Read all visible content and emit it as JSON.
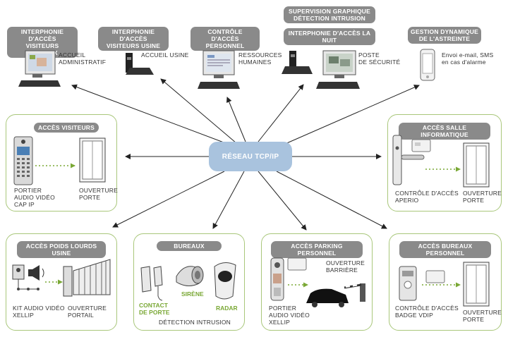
{
  "hub": {
    "label": "RÉSEAU TCP/IP"
  },
  "top": [
    {
      "header": "INTERPHONIE D'ACCÈS\nVISITEURS BUREAUX",
      "label": "ACCUEIL\nADMINISTRATIF"
    },
    {
      "header": "INTERPHONIE D'ACCÈS\nVISITEURS USINE",
      "label": "ACCUEIL USINE"
    },
    {
      "header": "CONTRÔLE D'ACCÈS\nPERSONNEL",
      "label": "RESSOURCES\nHUMAINES"
    },
    {
      "header_top": "SUPERVISION GRAPHIQUE\nDÉTECTION INTRUSION",
      "header": "INTERPHONIE D'ACCÈS LA NUIT",
      "label": "POSTE\nDE SÉCURITÉ"
    },
    {
      "header": "GESTION DYNAMIQUE\nDE L'ASTREINTE",
      "label": "Envoi e-mail, SMS\nen cas d'alarme"
    }
  ],
  "panels": {
    "visiteurs": {
      "title": "ACCÈS VISITEURS",
      "left_label": "PORTIER\nAUDIO VIDÉO\nCAP IP",
      "right_label": "OUVERTURE\nPORTE"
    },
    "salle": {
      "title": "ACCÈS SALLE INFORMATIQUE",
      "left_label": "CONTRÔLE D'ACCÈS\nAPERIO",
      "right_label": "OUVERTURE\nPORTE"
    },
    "poids": {
      "title": "ACCÈS POIDS LOURDS USINE",
      "left_label": "KIT AUDIO VIDÉO\nXELLIP",
      "right_label": "OUVERTURE\nPORTAIL"
    },
    "bureaux": {
      "title": "BUREAUX",
      "contact": "CONTACT\nDE PORTE",
      "sirene": "SIRÈNE",
      "radar": "RADAR",
      "bottom": "DÉTECTION INTRUSION"
    },
    "parking": {
      "title": "ACCÈS PARKING PERSONNEL",
      "left_label": "PORTIER\nAUDIO VIDÉO\nXELLIP",
      "right_label": "OUVERTURE\nBARRIÈRE"
    },
    "bureaux_perso": {
      "title": "ACCÈS BUREAUX PERSONNEL",
      "left_label": "CONTRÔLE D'ACCÈS\nBADGE VDIP",
      "right_label": "OUVERTURE\nPORTE"
    }
  },
  "colors": {
    "panel_border": "#a9c77b",
    "pill": "#8a8a8a",
    "hub": "#a9c3de",
    "accent_green": "#7aa835"
  }
}
